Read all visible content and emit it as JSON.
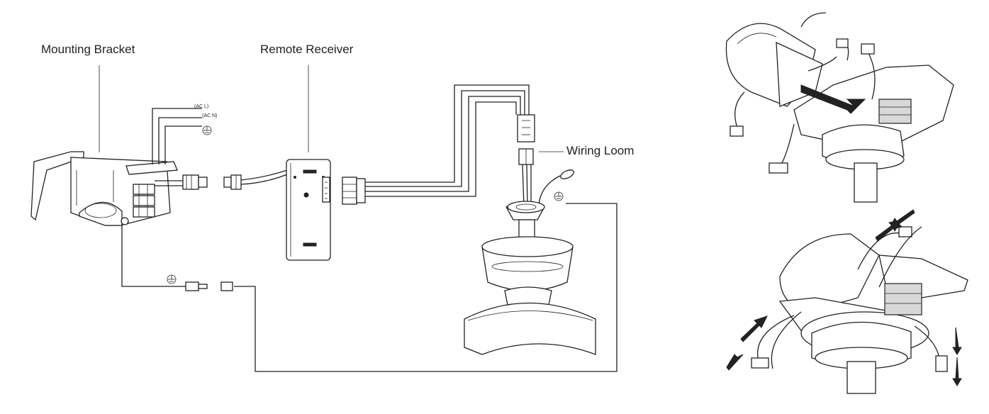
{
  "labels": {
    "mounting_bracket": "Mounting Bracket",
    "remote_receiver": "Remote Receiver",
    "wiring_loom": "Wiring Loom",
    "ac_l": "(AC L)",
    "ac_n": "(AC N)"
  },
  "icons": [
    "ground-symbol-icon",
    "arrow-icon"
  ]
}
